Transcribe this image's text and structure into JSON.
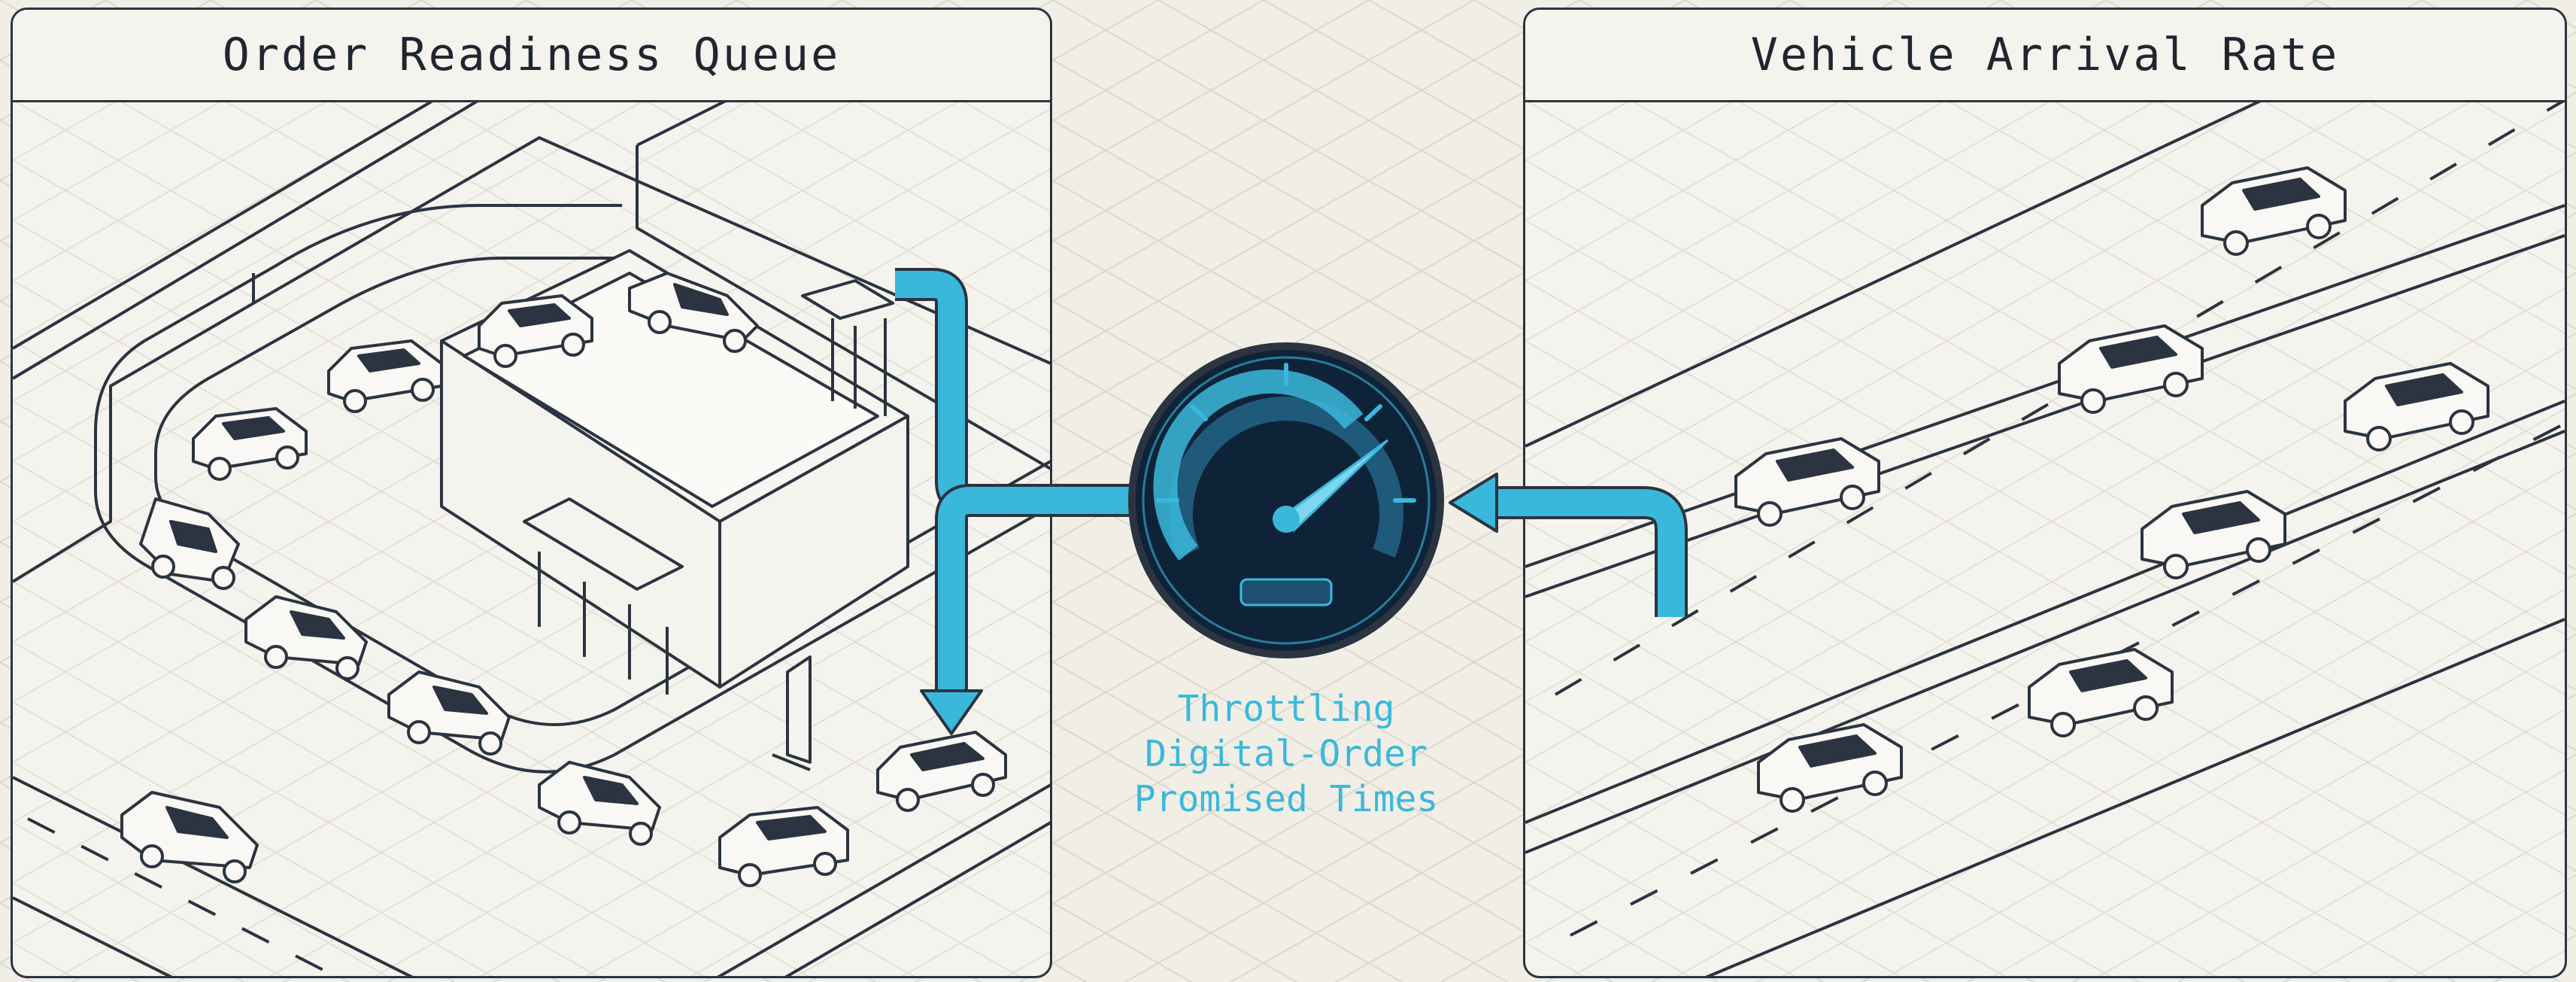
{
  "left_panel": {
    "title": "Order Readiness Queue"
  },
  "right_panel": {
    "title": "Vehicle Arrival Rate"
  },
  "gauge": {
    "caption_lines": [
      "Throttling",
      "Digital-Order",
      "Promised Times"
    ]
  },
  "icons": [
    "speedometer-icon",
    "car-icon",
    "restaurant-building-icon"
  ],
  "colors": {
    "accent": "#3ab8dc",
    "gauge_face": "#0f2338",
    "line": "#2b3440",
    "background": "#f1eee6"
  }
}
